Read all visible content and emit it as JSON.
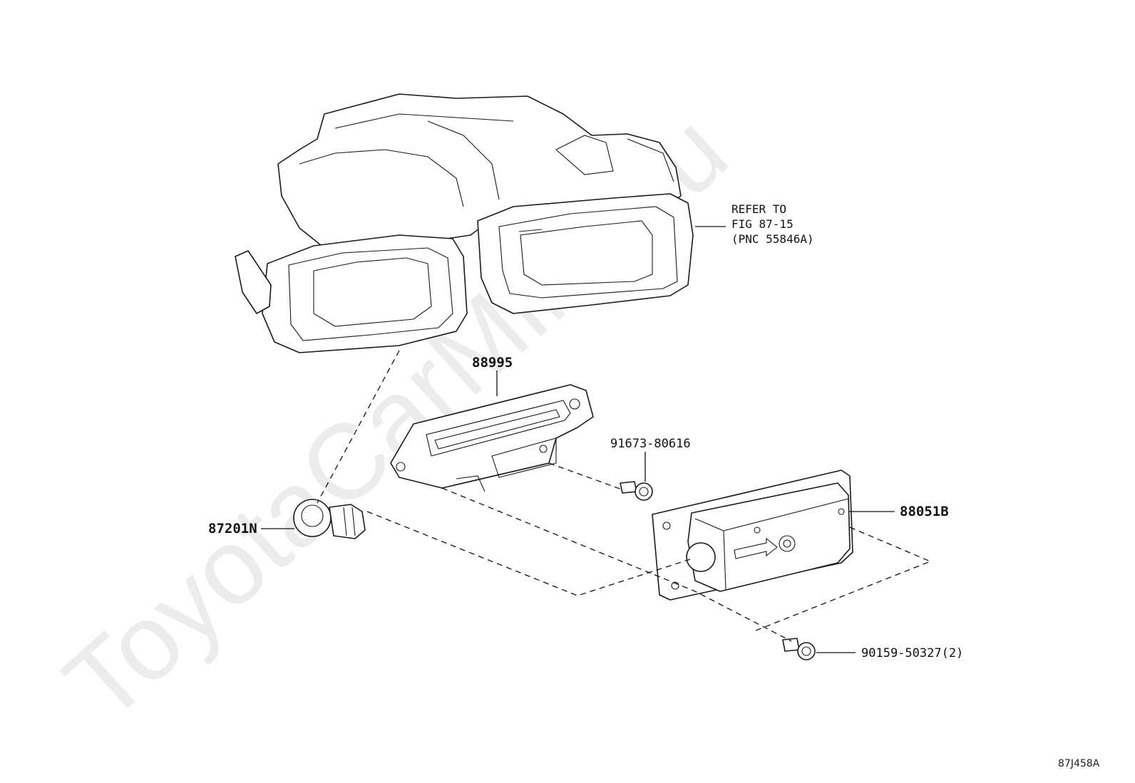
{
  "watermark": "ToyotaCarMine.ru",
  "figure_id": "87J458A",
  "reference_note": {
    "line1": "REFER TO",
    "line2": "FIG 87-15",
    "line3": "(PNC 55846A)"
  },
  "parts": {
    "bracket": "88995",
    "bracket_screw": "91673-80616",
    "sensor": "87201N",
    "module": "88051B",
    "module_screw": "90159-50327(2)"
  }
}
